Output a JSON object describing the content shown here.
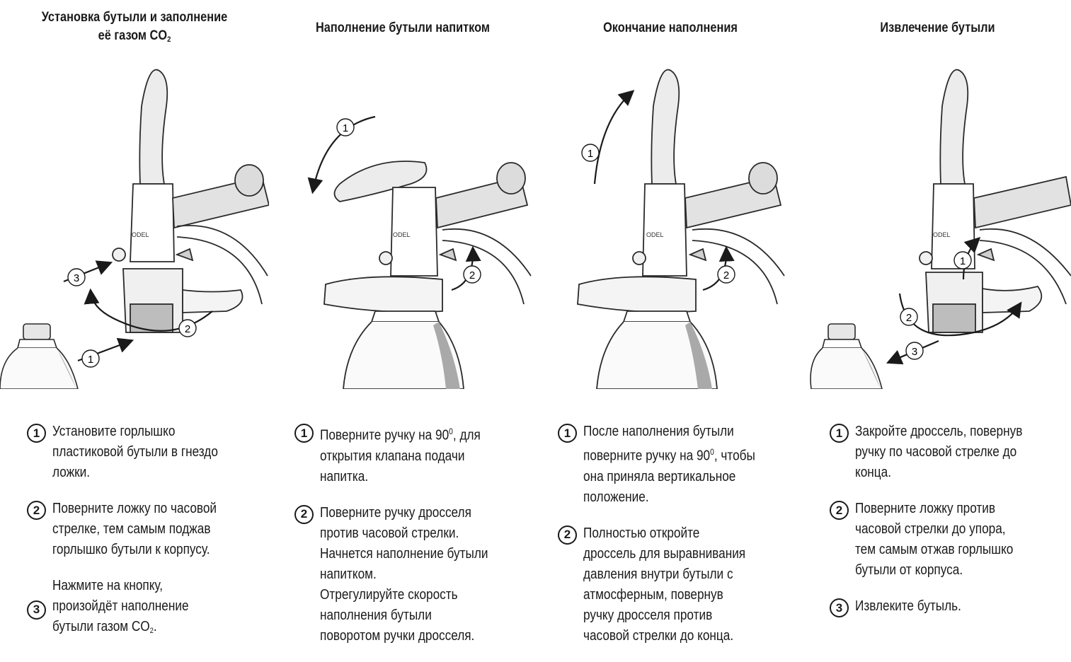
{
  "panels": [
    {
      "title": "Установка бутыли и заполнение её газом CO",
      "title_sub": "2",
      "steps": [
        {
          "num": "1",
          "text": "Установите горлышко\nпластиковой бутыли в гнездо\nложки."
        },
        {
          "num": "2",
          "text": "Поверните ложку по часовой\nстрелке, тем самым поджав\nгорлышко бутыли к корпусу."
        },
        {
          "num": "3",
          "text": "Нажмите на кнопку,\nпроизойдёт наполнение\nбутыли газом CO",
          "text_sub": "2",
          "text_end": "."
        }
      ],
      "callouts": [
        "1",
        "2",
        "3"
      ]
    },
    {
      "title": "Наполнение бутыли напитком",
      "steps": [
        {
          "num": "1",
          "text": "Поверните ручку на 90",
          "text_sup": "0",
          "text_end": ", для\nоткрытия клапана подачи\nнапитка."
        },
        {
          "num": "2",
          "text": "Поверните ручку дросселя\nпротив часовой стрелки.\nНачнется наполнение бутыли\nнапитком.\nОтрегулируйте скорость\nнаполнения бутыли\nповоротом ручки дросселя."
        }
      ],
      "callouts": [
        "1",
        "2"
      ]
    },
    {
      "title": "Окончание наполнения",
      "steps": [
        {
          "num": "1",
          "text": "После наполнения бутыли\nповерните ручку на 90",
          "text_sup": "0",
          "text_end": ", чтобы\nона приняла вертикальное\nположение."
        },
        {
          "num": "2",
          "text": "Полностью откройте\nдроссель для выравнивания\nдавления внутри бутыли с\nатмосферным, повернув\nручку дросселя против\nчасовой стрелки до конца."
        }
      ],
      "callouts": [
        "1",
        "2"
      ]
    },
    {
      "title": "Извлечение бутыли",
      "steps": [
        {
          "num": "1",
          "text": "Закройте дроссель, повернув\nручку по часовой стрелке до\nконца."
        },
        {
          "num": "2",
          "text": "Поверните ложку против\nчасовой стрелки до упора,\nтем самым отжав горлышко\nбутыли от корпуса."
        },
        {
          "num": "3",
          "text": "Извлеките бутыль."
        }
      ],
      "callouts": [
        "1",
        "2",
        "3"
      ]
    }
  ],
  "brand_mark": "ODEL"
}
